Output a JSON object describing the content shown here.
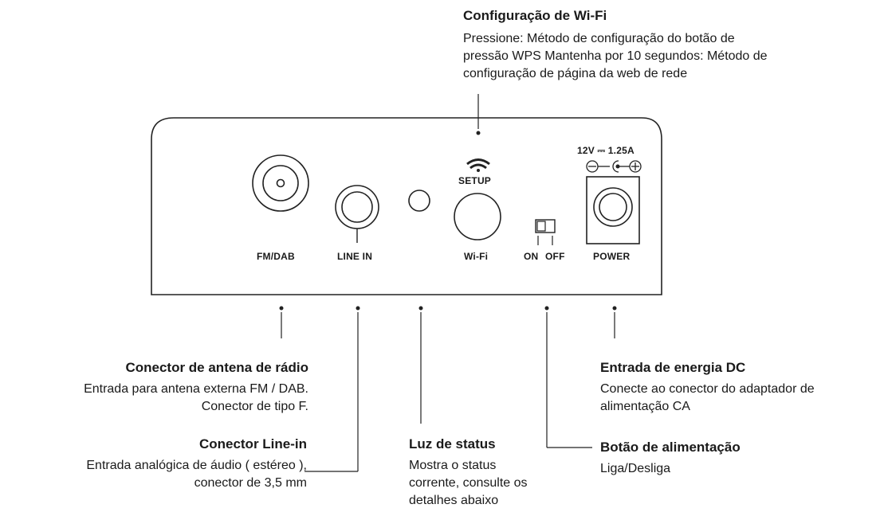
{
  "wifi_config": {
    "title": "Configuração de Wi-Fi",
    "lines": [
      "Pressione: Método de configuração do botão de",
      "pressão WPS Mantenha por 10 segundos: Método de",
      "configuração de página da web de rede"
    ]
  },
  "panel_labels": {
    "fm_dab": "FM/DAB",
    "line_in": "LINE IN",
    "setup": "SETUP",
    "wifi": "Wi-Fi",
    "on": "ON",
    "off": "OFF",
    "power": "POWER",
    "power_rating": "12V ⎓ 1.25A"
  },
  "callouts": {
    "antenna": {
      "title": "Conector de antena de rádio",
      "lines": [
        "Entrada para antena externa FM / DAB.",
        "Conector de tipo F."
      ]
    },
    "line_in": {
      "title": "Conector Line-in",
      "lines": [
        "Entrada analógica de áudio ( estéreo ),",
        "conector de 3,5 mm"
      ]
    },
    "status": {
      "title": "Luz de status",
      "lines": [
        "Mostra o status",
        "corrente, consulte os",
        "detalhes abaixo"
      ]
    },
    "power_button": {
      "title": "Botão de alimentação",
      "lines": [
        "Liga/Desliga"
      ]
    },
    "dc_input": {
      "title": "Entrada de energia DC",
      "lines": [
        "Conecte ao conector do adaptador de",
        "alimentação CA"
      ]
    }
  }
}
